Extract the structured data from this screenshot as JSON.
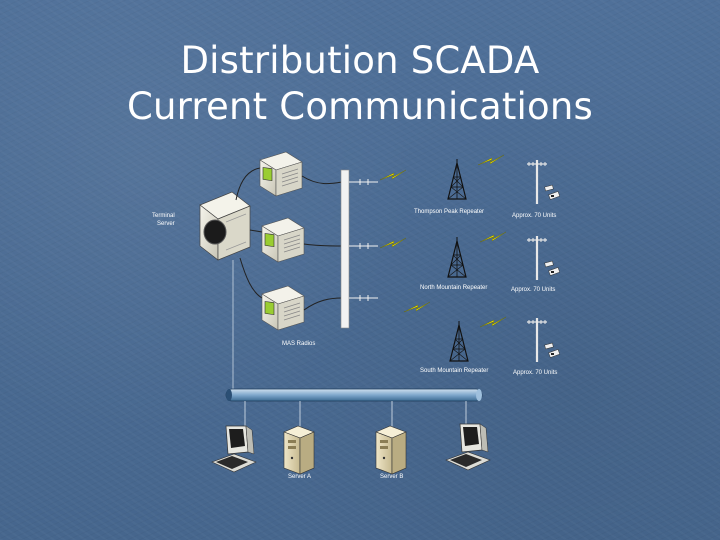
{
  "slide": {
    "title_line1": "Distribution SCADA",
    "title_line2": "Current Communications"
  },
  "diagram": {
    "terminal_server_label_1": "Terminal",
    "terminal_server_label_2": "Server",
    "mas_radios_label": "MAS Radios",
    "repeaters": [
      {
        "label": "Thompson Peak Repeater",
        "units": "Approx. 70 Units"
      },
      {
        "label": "North Mountain Repeater",
        "units": "Approx. 70 Units"
      },
      {
        "label": "South Mountain Repeater",
        "units": "Approx. 70 Units"
      }
    ],
    "servers": [
      {
        "label": "Server A"
      },
      {
        "label": "Server B"
      }
    ],
    "colors": {
      "background": "#4a6b93",
      "lightning": "#f2e600",
      "bus": "#7fa8cc",
      "device": "#e9e7dc",
      "screen_green": "#9acd32"
    }
  }
}
